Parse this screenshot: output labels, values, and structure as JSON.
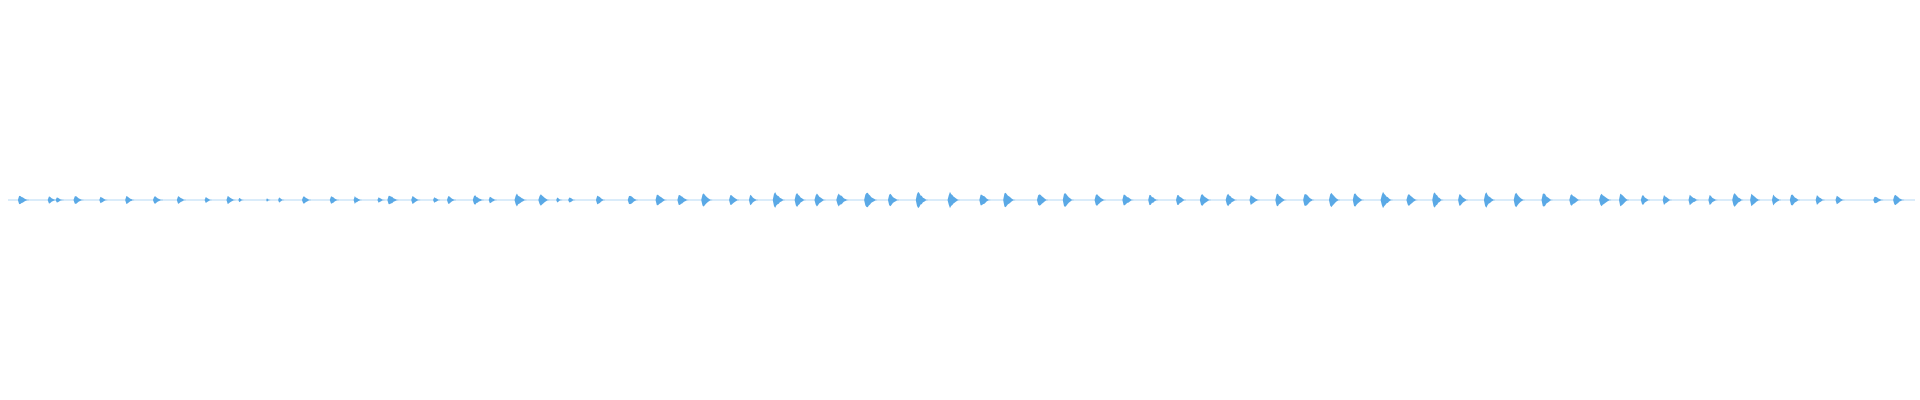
{
  "waveform": {
    "color": "#5aa9e6",
    "background": "#ffffff",
    "duration_s": 96.0,
    "baseline_amplitude": 0.02,
    "events": [
      {
        "t": 0.5,
        "amp": 0.4,
        "dur": 0.55
      },
      {
        "t": 2.0,
        "amp": 0.3,
        "dur": 0.45
      },
      {
        "t": 2.4,
        "amp": 0.22,
        "dur": 0.4
      },
      {
        "t": 3.3,
        "amp": 0.35,
        "dur": 0.5
      },
      {
        "t": 4.6,
        "amp": 0.28,
        "dur": 0.4
      },
      {
        "t": 5.9,
        "amp": 0.35,
        "dur": 0.45
      },
      {
        "t": 7.3,
        "amp": 0.32,
        "dur": 0.5
      },
      {
        "t": 8.5,
        "amp": 0.33,
        "dur": 0.45
      },
      {
        "t": 9.9,
        "amp": 0.25,
        "dur": 0.35
      },
      {
        "t": 11.0,
        "amp": 0.35,
        "dur": 0.45
      },
      {
        "t": 11.6,
        "amp": 0.2,
        "dur": 0.25
      },
      {
        "t": 13.0,
        "amp": 0.15,
        "dur": 0.2
      },
      {
        "t": 13.6,
        "amp": 0.2,
        "dur": 0.3
      },
      {
        "t": 14.8,
        "amp": 0.35,
        "dur": 0.45
      },
      {
        "t": 16.2,
        "amp": 0.35,
        "dur": 0.45
      },
      {
        "t": 17.4,
        "amp": 0.3,
        "dur": 0.4
      },
      {
        "t": 18.6,
        "amp": 0.25,
        "dur": 0.35
      },
      {
        "t": 19.1,
        "amp": 0.45,
        "dur": 0.55
      },
      {
        "t": 20.3,
        "amp": 0.3,
        "dur": 0.45
      },
      {
        "t": 21.4,
        "amp": 0.25,
        "dur": 0.35
      },
      {
        "t": 22.1,
        "amp": 0.35,
        "dur": 0.45
      },
      {
        "t": 23.4,
        "amp": 0.4,
        "dur": 0.55
      },
      {
        "t": 24.2,
        "amp": 0.3,
        "dur": 0.4
      },
      {
        "t": 25.5,
        "amp": 0.55,
        "dur": 0.6
      },
      {
        "t": 26.7,
        "amp": 0.5,
        "dur": 0.55
      },
      {
        "t": 27.6,
        "amp": 0.2,
        "dur": 0.3
      },
      {
        "t": 28.2,
        "amp": 0.25,
        "dur": 0.35
      },
      {
        "t": 29.6,
        "amp": 0.4,
        "dur": 0.45
      },
      {
        "t": 31.2,
        "amp": 0.45,
        "dur": 0.5
      },
      {
        "t": 32.6,
        "amp": 0.55,
        "dur": 0.55
      },
      {
        "t": 33.7,
        "amp": 0.55,
        "dur": 0.55
      },
      {
        "t": 34.9,
        "amp": 0.55,
        "dur": 0.55
      },
      {
        "t": 36.3,
        "amp": 0.45,
        "dur": 0.5
      },
      {
        "t": 37.3,
        "amp": 0.4,
        "dur": 0.45
      },
      {
        "t": 38.5,
        "amp": 0.65,
        "dur": 0.6
      },
      {
        "t": 39.6,
        "amp": 0.6,
        "dur": 0.55
      },
      {
        "t": 40.6,
        "amp": 0.55,
        "dur": 0.55
      },
      {
        "t": 41.7,
        "amp": 0.6,
        "dur": 0.6
      },
      {
        "t": 43.1,
        "amp": 0.7,
        "dur": 0.65
      },
      {
        "t": 44.3,
        "amp": 0.55,
        "dur": 0.55
      },
      {
        "t": 45.7,
        "amp": 0.7,
        "dur": 0.6
      },
      {
        "t": 47.3,
        "amp": 0.65,
        "dur": 0.6
      },
      {
        "t": 48.9,
        "amp": 0.55,
        "dur": 0.55
      },
      {
        "t": 50.1,
        "amp": 0.7,
        "dur": 0.6
      },
      {
        "t": 51.8,
        "amp": 0.6,
        "dur": 0.55
      },
      {
        "t": 53.1,
        "amp": 0.6,
        "dur": 0.55
      },
      {
        "t": 54.7,
        "amp": 0.55,
        "dur": 0.55
      },
      {
        "t": 56.1,
        "amp": 0.55,
        "dur": 0.55
      },
      {
        "t": 57.4,
        "amp": 0.45,
        "dur": 0.5
      },
      {
        "t": 58.8,
        "amp": 0.45,
        "dur": 0.5
      },
      {
        "t": 60.0,
        "amp": 0.5,
        "dur": 0.55
      },
      {
        "t": 61.3,
        "amp": 0.55,
        "dur": 0.55
      },
      {
        "t": 62.5,
        "amp": 0.45,
        "dur": 0.5
      },
      {
        "t": 63.8,
        "amp": 0.55,
        "dur": 0.55
      },
      {
        "t": 65.2,
        "amp": 0.6,
        "dur": 0.55
      },
      {
        "t": 66.5,
        "amp": 0.65,
        "dur": 0.55
      },
      {
        "t": 67.7,
        "amp": 0.6,
        "dur": 0.55
      },
      {
        "t": 69.1,
        "amp": 0.7,
        "dur": 0.6
      },
      {
        "t": 70.4,
        "amp": 0.55,
        "dur": 0.55
      },
      {
        "t": 71.7,
        "amp": 0.65,
        "dur": 0.55
      },
      {
        "t": 73.0,
        "amp": 0.5,
        "dur": 0.5
      },
      {
        "t": 74.3,
        "amp": 0.65,
        "dur": 0.55
      },
      {
        "t": 75.8,
        "amp": 0.6,
        "dur": 0.55
      },
      {
        "t": 77.2,
        "amp": 0.6,
        "dur": 0.55
      },
      {
        "t": 78.6,
        "amp": 0.55,
        "dur": 0.55
      },
      {
        "t": 80.1,
        "amp": 0.6,
        "dur": 0.6
      },
      {
        "t": 81.1,
        "amp": 0.55,
        "dur": 0.5
      },
      {
        "t": 82.2,
        "amp": 0.45,
        "dur": 0.45
      },
      {
        "t": 83.3,
        "amp": 0.4,
        "dur": 0.45
      },
      {
        "t": 84.6,
        "amp": 0.45,
        "dur": 0.5
      },
      {
        "t": 85.6,
        "amp": 0.4,
        "dur": 0.45
      },
      {
        "t": 86.8,
        "amp": 0.6,
        "dur": 0.55
      },
      {
        "t": 87.7,
        "amp": 0.55,
        "dur": 0.5
      },
      {
        "t": 88.8,
        "amp": 0.45,
        "dur": 0.45
      },
      {
        "t": 89.7,
        "amp": 0.55,
        "dur": 0.5
      },
      {
        "t": 91.0,
        "amp": 0.4,
        "dur": 0.45
      },
      {
        "t": 92.0,
        "amp": 0.35,
        "dur": 0.45
      },
      {
        "t": 93.9,
        "amp": 0.35,
        "dur": 0.5
      },
      {
        "t": 94.9,
        "amp": 0.45,
        "dur": 0.55
      }
    ]
  }
}
